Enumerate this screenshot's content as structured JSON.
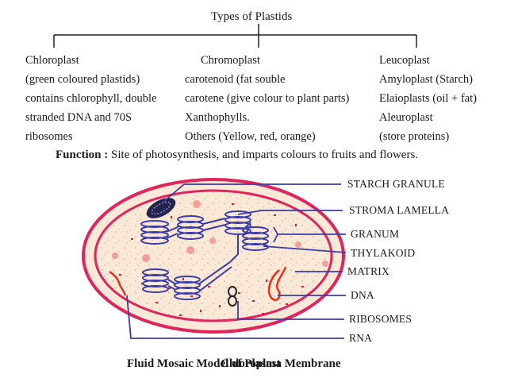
{
  "tree": {
    "title": "Types of Plastids",
    "columns": [
      {
        "heading": "Chloroplast",
        "lines": [
          "(green coloured plastids)",
          "contains chlorophyll, double",
          "stranded DNA and 70S",
          "ribosomes"
        ]
      },
      {
        "heading": "Chromoplast",
        "lines": [
          "carotenoid (fat souble",
          "carotene (give colour to plant parts)",
          "Xanthophylls.",
          "Others (Yellow, red, orange)"
        ]
      },
      {
        "heading": "Leucoplast",
        "lines": [
          "Amyloplast (Starch)",
          "Elaioplasts (oil + fat)",
          "Aleuroplast",
          "(store proteins)"
        ]
      }
    ]
  },
  "function_line": {
    "label": "Function :",
    "text": " Site of photosynthesis, and imparts colours to fruits and flowers."
  },
  "diagram": {
    "labels": [
      "STARCH GRANULE",
      "STROMA LAMELLA",
      "GRANUM",
      "THYLAKOID",
      "MATRIX",
      "DNA",
      "RIBOSOMES",
      "RNA"
    ],
    "colors": {
      "membrane": "#e0245e",
      "matrix": "#fbe9d7",
      "structure": "#3b3ba8",
      "dna": "#e3321e",
      "granule": "#23234d"
    }
  },
  "captions": {
    "overlap_a": "Fluid Mosaic Model of Plasma Membrane",
    "overlap_b": "Chloroplast"
  }
}
